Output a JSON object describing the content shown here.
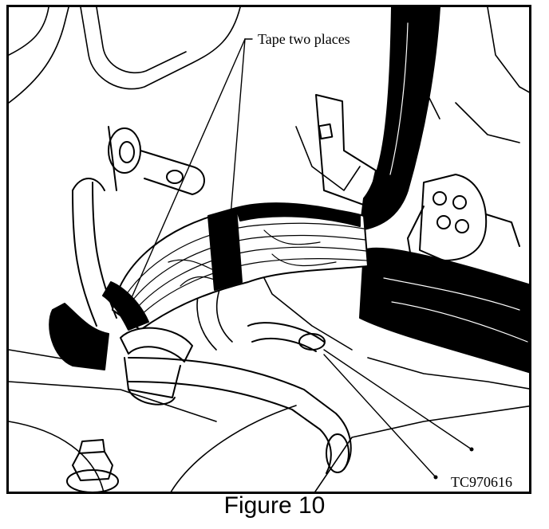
{
  "figure": {
    "callout_label": "Tape two places",
    "part_code": "TC970616",
    "caption": "Figure 10"
  },
  "colors": {
    "ink": "#000000",
    "paper": "#ffffff"
  }
}
